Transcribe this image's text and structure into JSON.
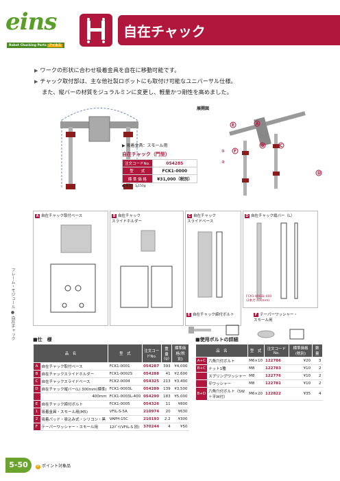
{
  "brand": {
    "logo": "eins",
    "tagline": "Robot Chucking Parts",
    "tagline_badge": "アイネス"
  },
  "title": "自在チャック",
  "intro": [
    "ワークの形状に合わせ吸着金具を自在に移動可能です。",
    "チャック取付部は、主な他社製ロボットにも取付け可能なユニバーサル仕様。",
    "また、縦バーの材質をジュラルミンに変更し、軽量かつ剛性を高めました。"
  ],
  "exploded_label": "展開図",
  "note_suction": "吸着金具：スモール用",
  "product_name": "自在チャック（門型）",
  "spec_rows": [
    {
      "k": "注文コードNo.",
      "v": "054285"
    },
    {
      "k": "型　　式",
      "v": "FCK1-0000"
    },
    {
      "k": "標 準 価 格",
      "v": "¥31,000（税別）"
    }
  ],
  "weight": "● 重量：1,150g",
  "exploded_letters": [
    "A",
    "B",
    "C",
    "D",
    "E",
    "F",
    "①",
    "②"
  ],
  "panels": [
    {
      "letter": "A",
      "name": "自在チャック取付ベース"
    },
    {
      "letter": "B",
      "name": "自在チャック\nスライドホルダー"
    },
    {
      "letter": "C",
      "name": "自在チャック\nスライドベース"
    },
    {
      "letter": "D",
      "name": "自在チャック縦バー（L）"
    },
    {
      "letter": "E",
      "name": "自在チャック締付ボルト"
    },
    {
      "letter": "F",
      "name": "テーパーワッシャー・\nスモール用"
    }
  ],
  "d_note": "FCK1-0003L-400\n(2本力 400mm)",
  "side_text": "フレーム・モジュール ● 自在チャック",
  "spec_section": "■仕　様",
  "spec_headers": [
    "品　名",
    "型　式",
    "注文コードNo.",
    "重量(g)",
    "標準価格(税別)"
  ],
  "spec_table": [
    {
      "al": "A",
      "name": "自在チャック取付ベース",
      "model": "FCK1-0001",
      "code": "054287",
      "w": "393",
      "price": "¥4,000"
    },
    {
      "al": "B",
      "name": "自在チャックスライドホルダー",
      "model": "FCK1-0002S",
      "code": "054288",
      "w": "41",
      "price": "¥2,600"
    },
    {
      "al": "C",
      "name": "自在チャックスライドベース",
      "model": "FCK2-0004",
      "code": "054325",
      "w": "213",
      "price": "¥3,400"
    },
    {
      "al": "D",
      "name": "自在チャック縦バー(L) 300mm(標準)",
      "model": "FCK1-0003L",
      "code": "054289",
      "w": "139",
      "price": "¥3,500"
    },
    {
      "al": "",
      "name": "400mm",
      "model": "FCK1-0003L-400",
      "code": "054290",
      "w": "183",
      "price": "¥5,000"
    },
    {
      "al": "E",
      "name": "自在チャック締付ボルト",
      "model": "FCK1-0005",
      "code": "054326",
      "w": "11",
      "price": "¥800"
    },
    {
      "al": "1",
      "name": "吸着金具・スモール用(M5)",
      "model": "VFIL-S-5A",
      "code": "210974",
      "w": "20",
      "price": "¥630"
    },
    {
      "al": "2",
      "name": "吸着パッド・吸込み式・シリコン・黒",
      "model": "VAPH-15C",
      "code": "210193",
      "w": "2.2",
      "price": "¥300"
    },
    {
      "al": "F",
      "name": "テーパーワッシャー・スモール用",
      "model": "12ﾊﾟｲ(VFIL-S 別)",
      "code": "370244",
      "w": "4",
      "price": "¥50"
    }
  ],
  "bolt_section": "■使用ボルトの詳細",
  "bolt_headers": [
    "品　名",
    "型　式",
    "注文コードNo.",
    "標準価格(税別)",
    "数 量"
  ],
  "bolt_table": [
    {
      "al": "A+C",
      "name": "六角穴付ボルト",
      "model": "M6×10",
      "code": "122786",
      "price": "¥20",
      "qty": "3"
    },
    {
      "al": "B+C",
      "name": "ナット1種",
      "model": "M8",
      "code": "122783",
      "price": "¥10",
      "qty": "2"
    },
    {
      "al": "",
      "name": "スプリングワッシャー",
      "model": "M8",
      "code": "122776",
      "price": "¥10",
      "qty": "2"
    },
    {
      "al": "",
      "name": "平ワッシャー",
      "model": "M8",
      "code": "122781",
      "price": "¥10",
      "qty": "2"
    },
    {
      "al": "B+D",
      "name": "六角穴付ボルト（SW＋平W付）",
      "model": "M6×20",
      "code": "122822",
      "price": "¥35",
      "qty": "4"
    }
  ],
  "page_no": "5-50",
  "point_note": "ポイント対象品"
}
